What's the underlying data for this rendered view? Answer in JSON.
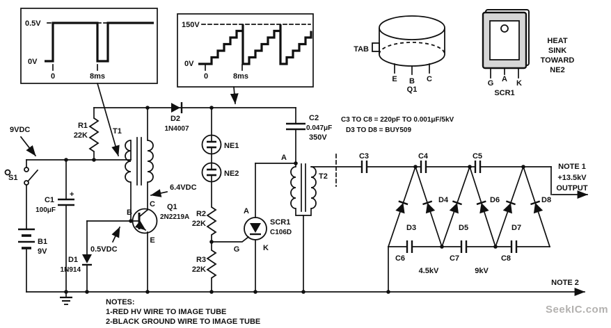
{
  "colors": {
    "ink": "#101010",
    "watermark": "#b3b1af"
  },
  "scope1": {
    "v_top": "0.5V",
    "v_zero": "0V",
    "t0": "0",
    "t1": "8ms"
  },
  "scope2": {
    "v_top": "150V",
    "v_zero": "0V",
    "t0": "0",
    "t1": "8ms"
  },
  "q1_package": {
    "tab": "TAB",
    "pin_e": "E",
    "pin_b": "B",
    "pin_c": "C",
    "name": "Q1"
  },
  "scr_package": {
    "pin_g": "G",
    "pin_a": "A",
    "pin_k": "K",
    "name": "SCR1",
    "note_l1": "HEAT",
    "note_l2": "SINK",
    "note_l3": "TOWARD",
    "note_l4": "NE2"
  },
  "labels": {
    "supply": "9VDC",
    "s1": "S1",
    "b1": "B1",
    "b1_val": "9V",
    "c1": "C1",
    "c1_val": "100μF",
    "c1_polarity": "+",
    "r1": "R1",
    "r1_val": "22K",
    "t1": "T1",
    "d1": "D1",
    "d1_val": "1N914",
    "d2": "D2",
    "d2_val": "1N4007",
    "ne1": "NE1",
    "ne2": "NE2",
    "v_collector": "6.4VDC",
    "v_base": "0.5VDC",
    "q1": "Q1",
    "q1_val": "2N2219A",
    "q1_c": "C",
    "q1_b": "B",
    "q1_e": "E",
    "r2": "R2",
    "r2_val": "22K",
    "r3": "R3",
    "r3_val": "22K",
    "scr1": "SCR1",
    "scr1_val": "C106D",
    "scr_a": "A",
    "scr_g": "G",
    "scr_k": "K",
    "c2": "C2",
    "c2_val": "0.047μF",
    "c2_rating": "350V",
    "t2": "T2",
    "t2_a": "A"
  },
  "multiplier": {
    "note_caps": "C3 TO C8 = 220pF TO 0.001μF/5kV",
    "note_diodes": "D3 TO D8 = BUY509",
    "c3": "C3",
    "c4": "C4",
    "c5": "C5",
    "c6": "C6",
    "c7": "C7",
    "c8": "C8",
    "d3": "D3",
    "d4": "D4",
    "d5": "D5",
    "d6": "D6",
    "d7": "D7",
    "d8": "D8",
    "v_mid": "4.5kV",
    "v_high": "9kV",
    "note1_l1": "NOTE 1",
    "note1_l2": "+13.5kV",
    "note1_l3": "OUTPUT",
    "note2": "NOTE 2"
  },
  "footer": {
    "title": "NOTES:",
    "line1": "1-RED HV WIRE TO IMAGE TUBE",
    "line2": "2-BLACK GROUND WIRE TO IMAGE TUBE",
    "watermark": "SeekIC.com"
  }
}
